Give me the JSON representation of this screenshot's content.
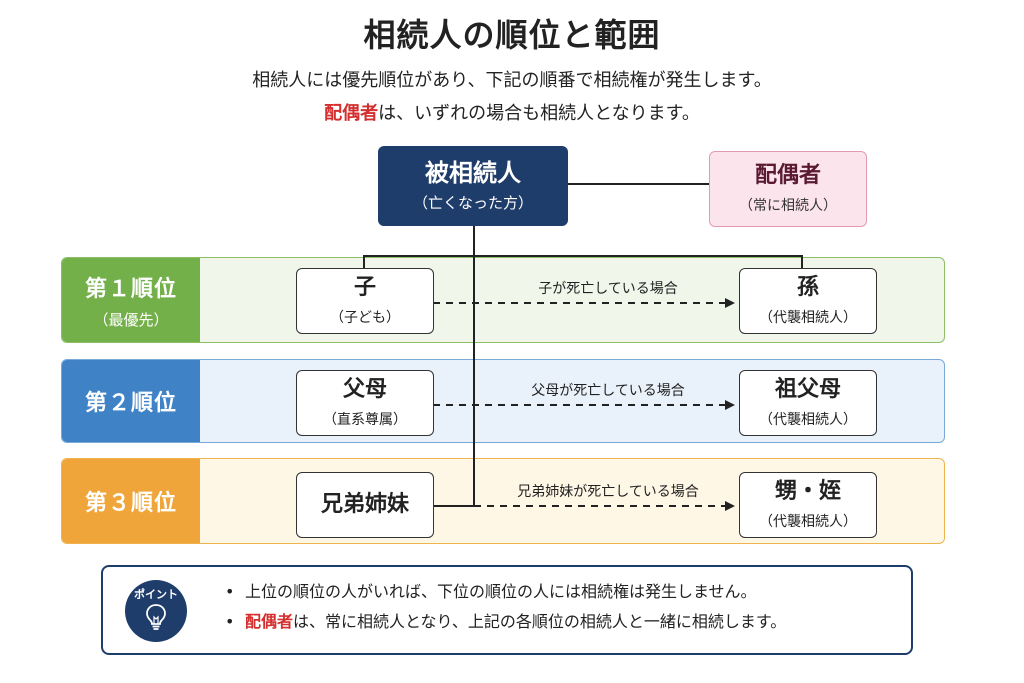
{
  "title": "相続人の順位と範囲",
  "subtitle": {
    "line1": "相続人には優先順位があり、下記の順番で相続権が発生します。",
    "line2_highlight": "配偶者",
    "line2_rest": "は、いずれの場合も相続人となります。"
  },
  "decedent": {
    "label": "被相続人",
    "note": "（亡くなった方）"
  },
  "spouse": {
    "label": "配偶者",
    "note": "（常に相続人）"
  },
  "ranks": [
    {
      "label": "第１順位",
      "note": "（最優先）",
      "heir": {
        "label": "子",
        "note": "（子ども）"
      },
      "condition": "子が死亡している場合",
      "substitute": {
        "label": "孫",
        "note": "（代襲相続人）"
      }
    },
    {
      "label": "第２順位",
      "note": "",
      "heir": {
        "label": "父母",
        "note": "（直系尊属）"
      },
      "condition": "父母が死亡している場合",
      "substitute": {
        "label": "祖父母",
        "note": "（代襲相続人）"
      }
    },
    {
      "label": "第３順位",
      "note": "",
      "heir": {
        "label": "兄弟姉妹",
        "note": ""
      },
      "condition": "兄弟姉妹が死亡している場合",
      "substitute": {
        "label": "甥・姪",
        "note": "（代襲相続人）"
      }
    }
  ],
  "point": {
    "badge": "ポイント",
    "bullet": "•",
    "items": [
      {
        "highlight": "",
        "text": "上位の順位の人がいれば、下位の順位の人には相続権は発生しません。"
      },
      {
        "highlight": "配偶者",
        "text": "は、常に相続人となり、上記の各順位の相続人と一緒に相続します。"
      }
    ]
  },
  "colors": {
    "navy": "#1f3d6b",
    "rank1": "#74b04a",
    "rank2": "#3f82c5",
    "rank3": "#efa53a",
    "spouse_bg": "#fce4ec",
    "highlight_red": "#d32f2f"
  }
}
